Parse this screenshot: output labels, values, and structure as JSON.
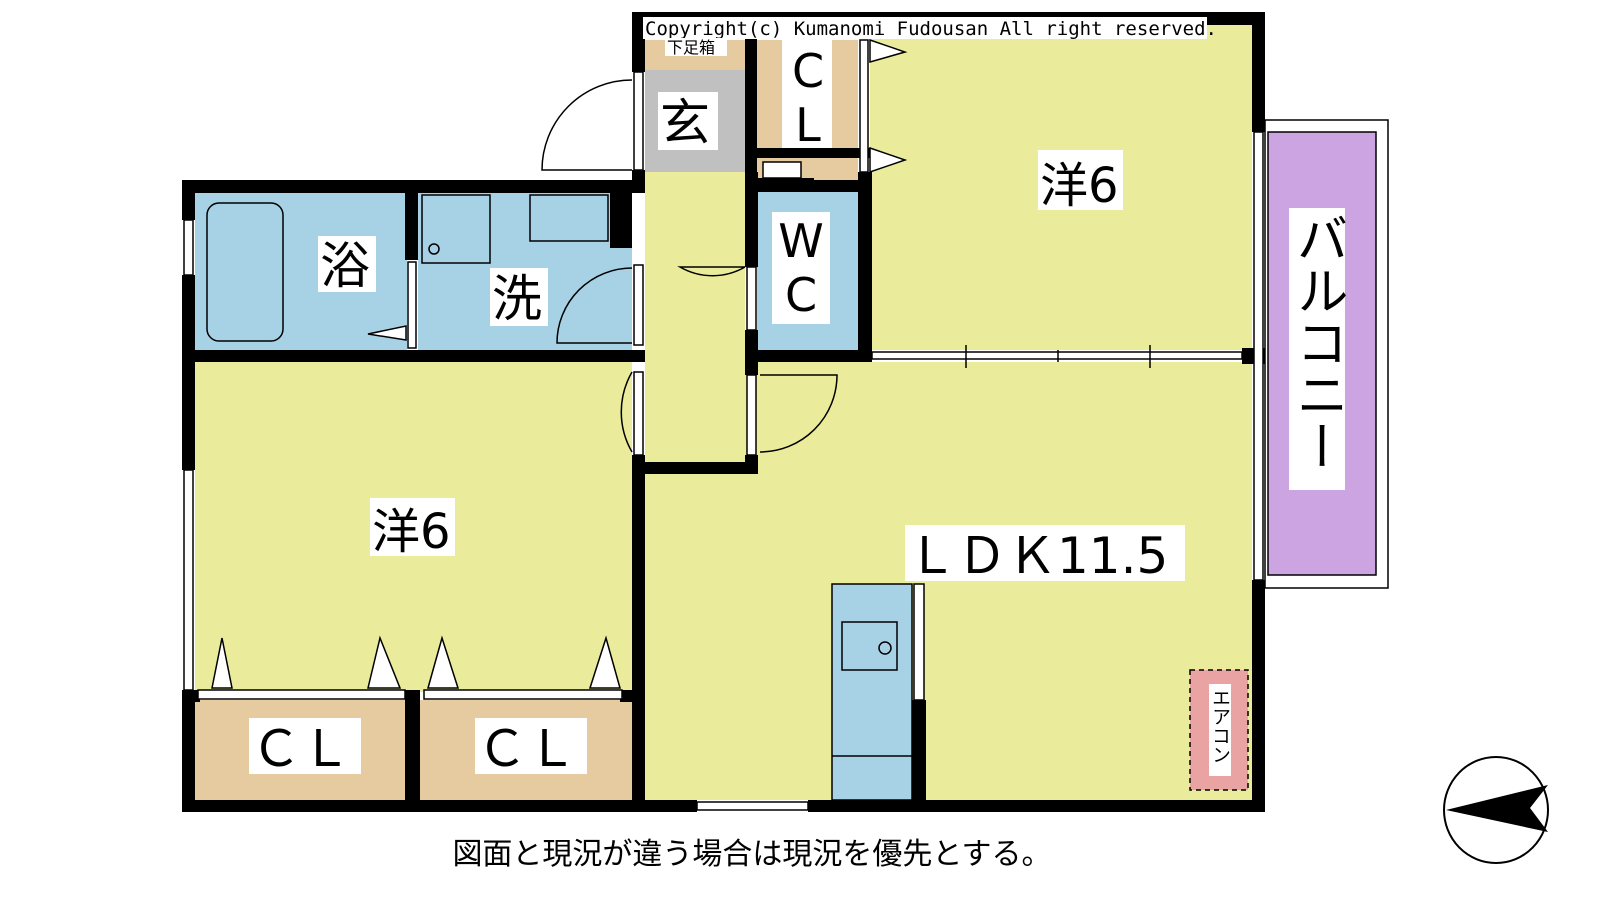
{
  "copyright": "Copyright(c) Kumanomi Fudousan All right reserved.",
  "rooms": {
    "shoe_cabinet": "下足箱",
    "entrance": "玄",
    "closet_top": "CL",
    "western_room_top": "洋6",
    "bath": "浴",
    "washroom": "洗",
    "toilet": "WC",
    "western_room_left": "洋6",
    "ldk": "ＬＤＫ11.5",
    "closet_left_1": "ＣＬ",
    "closet_left_2": "ＣＬ",
    "balcony": "バルコニー",
    "aircon": "エアコン"
  },
  "caption": "図面と現況が違う場合は現況を優先とする。",
  "colors": {
    "western": "#eaec9c",
    "wet": "#a7d2e6",
    "closet": "#e6cba0",
    "entrance": "#c0c0c0",
    "balcony": "#cda4e2",
    "aircon": "#e9a3a3",
    "wall": "#000000"
  }
}
